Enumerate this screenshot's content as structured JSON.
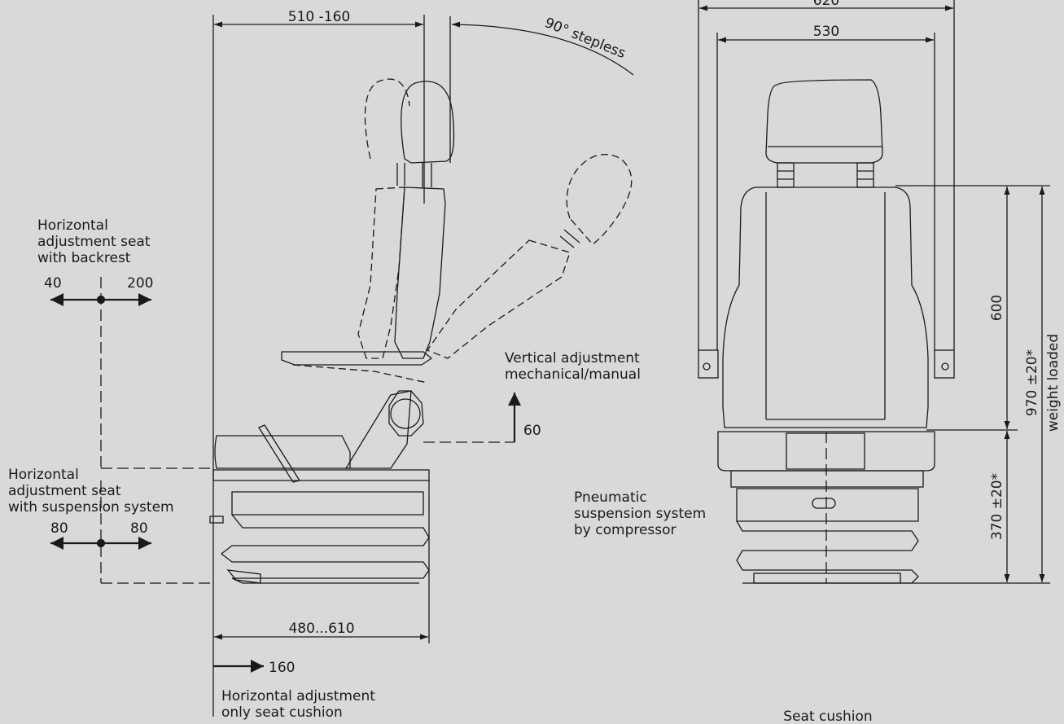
{
  "colors": {
    "background": "#d9d9d9",
    "line": "#1a1a1a",
    "dashed": "#1a1a1a"
  },
  "side_view": {
    "width_dim": "510 -160",
    "recline_label": "90° stepless",
    "backrest_adjust": {
      "title_lines": [
        "Horizontal",
        "adjustment seat",
        "with backrest"
      ],
      "left": "40",
      "right": "200"
    },
    "suspension_adjust": {
      "title_lines": [
        "Horizontal",
        "adjustment seat",
        "with suspension system"
      ],
      "left": "80",
      "right": "80"
    },
    "vertical_adjust": {
      "title_lines": [
        "Vertical adjustment",
        "mechanical/manual"
      ],
      "value": "60"
    },
    "depth_dim": "480...610",
    "cushion_adjust": {
      "value": "160",
      "title_lines": [
        "Horizontal adjustment",
        "only seat cushion"
      ]
    }
  },
  "front_view": {
    "outer_width": "620",
    "inner_width": "530",
    "backrest_height": "600",
    "total_height": "970 ±20*",
    "total_height_note": "weight loaded",
    "base_height": "370 ±20*",
    "suspension_label_lines": [
      "Pneumatic",
      "suspension system",
      "by compressor"
    ],
    "bottom_label": "Seat cushion"
  }
}
